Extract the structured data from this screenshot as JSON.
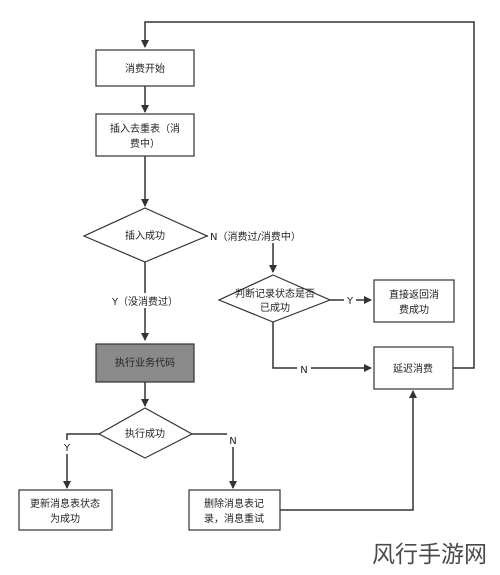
{
  "nodes": {
    "start": "消费开始",
    "insert_dedup": [
      "插入去重表（消",
      "费中）"
    ],
    "insert_ok": "插入成功",
    "check_record": [
      "判断记录状态是否",
      "已成功"
    ],
    "return_ok": [
      "直接返回消",
      "费成功"
    ],
    "exec_code": "执行业务代码",
    "exec_ok": "执行成功",
    "delay": "延迟消费",
    "update_ok": [
      "更新消息表状态",
      "为成功"
    ],
    "delete_retry": [
      "删除消息表记",
      "录，消息重试"
    ]
  },
  "edges": {
    "insert_no": "N（消费过/消费中）",
    "insert_yes": "Y（没消费过）",
    "check_yes": "Y",
    "check_no": "N",
    "exec_yes": "Y",
    "exec_no": "N"
  },
  "watermark": "风行手游网"
}
